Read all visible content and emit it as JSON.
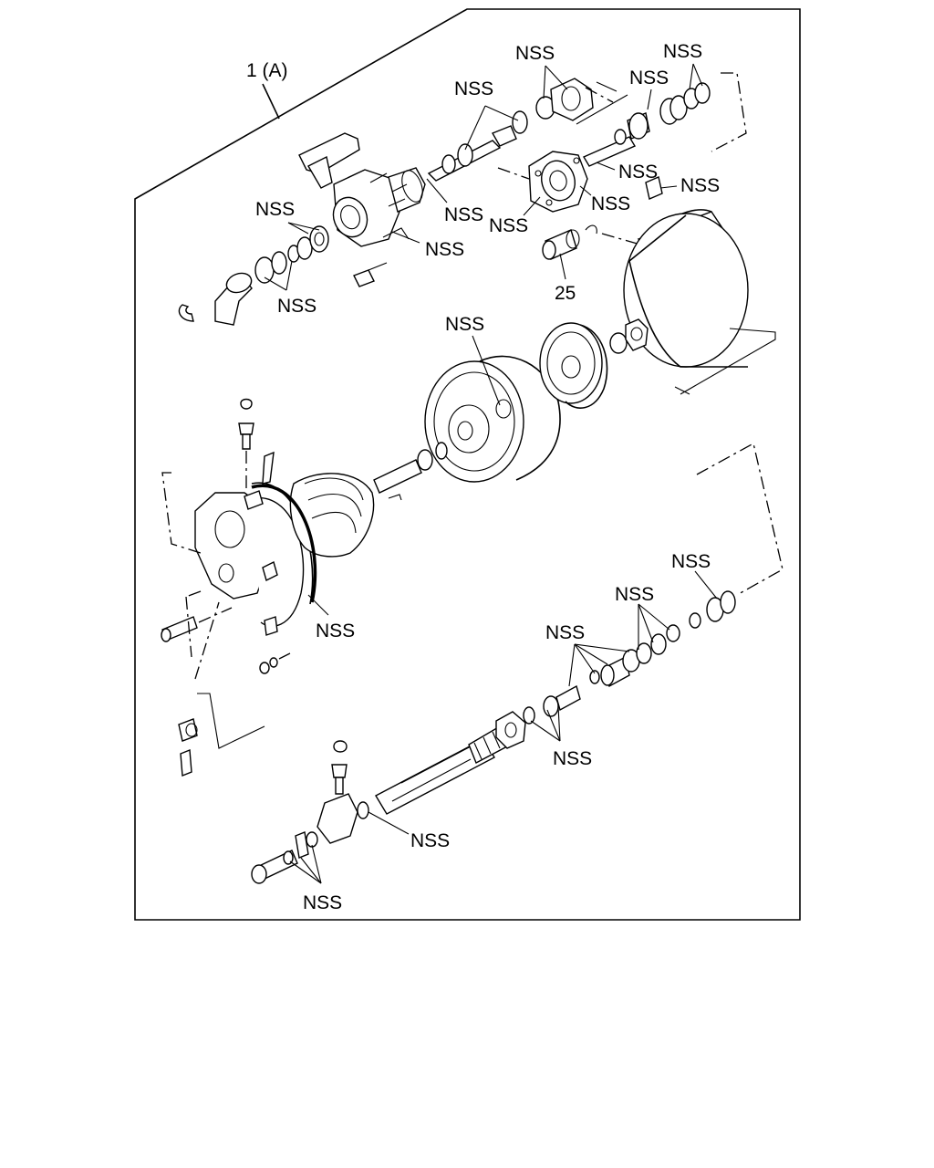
{
  "assembly_label": "1 (A)",
  "callouts": {
    "nss": "NSS",
    "part_25": "25"
  }
}
